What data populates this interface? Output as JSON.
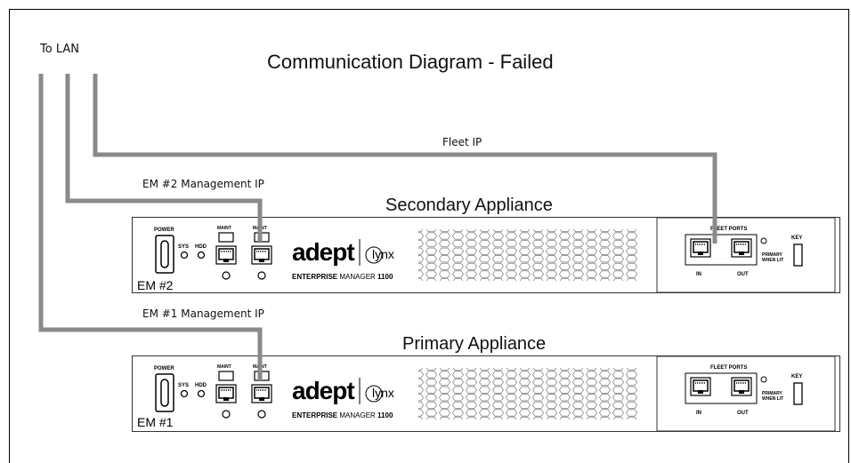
{
  "diagram": {
    "title": "Communication Diagram - Failed",
    "to_lan": "To LAN",
    "fleet_ip": "Fleet IP",
    "em2_mgmt_ip": "EM #2 Management IP",
    "em1_mgmt_ip": "EM #1 Management IP",
    "line_color": "#8a8a8a"
  },
  "appliances": {
    "secondary": {
      "title": "Secondary Appliance",
      "label": "EM #2"
    },
    "primary": {
      "title": "Primary Appliance",
      "label": "EM #1"
    },
    "panel": {
      "power": "POWER",
      "sys": "SYS",
      "hdd": "HDD",
      "maint": "MAINT",
      "brand": "adept",
      "partner": "lynx",
      "product_word1": "ENTERPRISE",
      "product_word2": "MANAGER",
      "product_model": "1100",
      "fleet_ports": "FLEET PORTS",
      "port_in": "IN",
      "port_out": "OUT",
      "primary_when": "PRIMARY",
      "when_lit": "WHEN LIT",
      "key": "KEY"
    }
  }
}
